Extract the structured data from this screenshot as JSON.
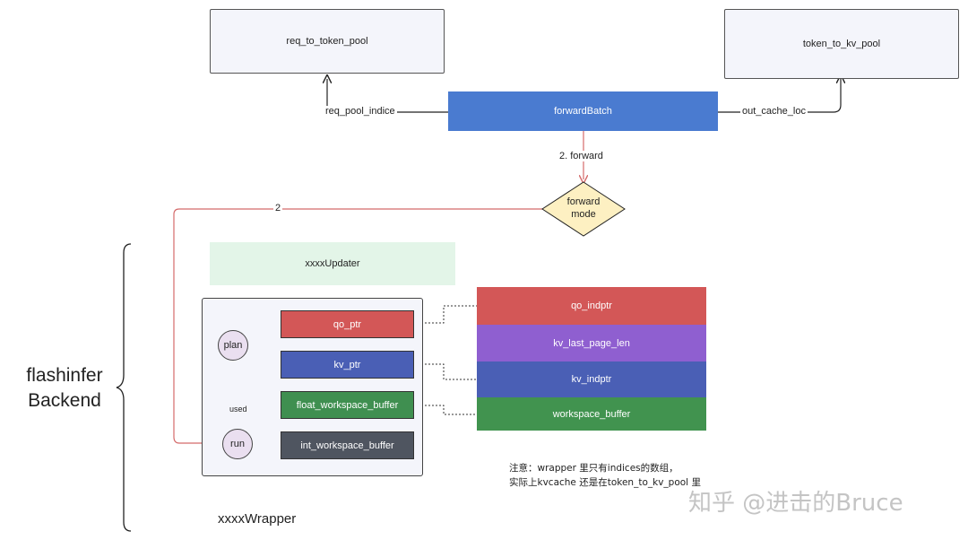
{
  "nodes": {
    "req_to_token_pool": "req_to_token_pool",
    "token_to_kv_pool": "token_to_kv_pool",
    "forward_batch": "forwardBatch",
    "forward_mode": "forward\nmode",
    "updater": "xxxxUpdater",
    "plan": "plan",
    "run": "run",
    "used": "used",
    "qo_ptr": "qo_ptr",
    "kv_ptr": "kv_ptr",
    "float_workspace_buffer": "float_workspace_buffer",
    "int_workspace_buffer": "int_workspace_buffer",
    "qo_indptr": "qo_indptr",
    "kv_last_page_len": "kv_last_page_len",
    "kv_indptr": "kv_indptr",
    "workspace_buffer": "workspace_buffer",
    "wrapper_label": "xxxxWrapper",
    "backend_label": "flashinfer\nBackend"
  },
  "edges": {
    "req_pool_indice": "req_pool_indice",
    "out_cache_loc": "out_cache_loc",
    "forward": "2. forward",
    "mode_two": "2"
  },
  "note": {
    "line1": "注意：wrapper 里只有indices的数组，",
    "line2": "实际上kvcache 还是在token_to_kv_pool 里"
  },
  "watermark": "知乎 @进击的Bruce",
  "colors": {
    "forward_batch": "#4a7bd0",
    "forward_mode": "#fdf0c2",
    "updater": "#e3f5e8",
    "qo": "#d35757",
    "kv": "#4a5fb5",
    "float_ws": "#3f8f50",
    "int_ws": "#4f5560",
    "kv_last_page_len": "#8f5fd0",
    "workspace_buffer": "#41934f",
    "circle": "#eadff0",
    "red_arrow": "#d46a6a"
  }
}
